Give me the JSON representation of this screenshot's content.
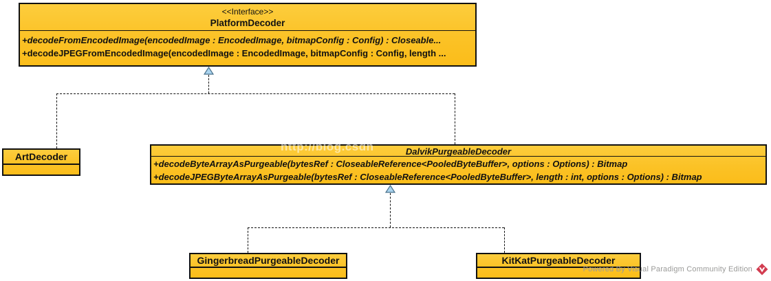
{
  "diagram": {
    "classes": {
      "platform_decoder": {
        "stereotype": "<<Interface>>",
        "name": "PlatformDecoder",
        "methods": [
          "+decodeFromEncodedImage(encodedImage : EncodedImage, bitmapConfig : Config) : Closeable...",
          "+decodeJPEGFromEncodedImage(encodedImage : EncodedImage, bitmapConfig : Config, length ..."
        ]
      },
      "art_decoder": {
        "name": "ArtDecoder"
      },
      "dalvik_purgeable_decoder": {
        "name": "DalvikPurgeableDecoder",
        "methods": [
          "+decodeByteArrayAsPurgeable(bytesRef : CloseableReference<PooledByteBuffer>, options : Options) : Bitmap",
          "+decodeJPEGByteArrayAsPurgeable(bytesRef : CloseableReference<PooledByteBuffer>, length : int, options : Options) : Bitmap"
        ]
      },
      "gingerbread_purgeable_decoder": {
        "name": "GingerbreadPurgeableDecoder"
      },
      "kitkat_purgeable_decoder": {
        "name": "KitKatPurgeableDecoder"
      }
    },
    "relationships": [
      {
        "type": "realization",
        "from": "ArtDecoder",
        "to": "PlatformDecoder"
      },
      {
        "type": "realization",
        "from": "DalvikPurgeableDecoder",
        "to": "PlatformDecoder"
      },
      {
        "type": "generalization",
        "from": "GingerbreadPurgeableDecoder",
        "to": "DalvikPurgeableDecoder"
      },
      {
        "type": "generalization",
        "from": "KitKatPurgeableDecoder",
        "to": "DalvikPurgeableDecoder"
      }
    ]
  },
  "watermark": "http://blog.csdn",
  "footer": {
    "text": "Powered By  Visual Paradigm Community Edition"
  },
  "icons": {
    "realization_arrowhead": "hollow-triangle-up",
    "vp_logo": "visual-paradigm-diamond"
  },
  "colors": {
    "class_fill_top": "#FDCD3D",
    "class_fill_bottom": "#FBBD1A",
    "class_border": "#111111",
    "arrowhead_fill": "#A9D3EE",
    "arrowhead_stroke": "#49708A",
    "footer_text": "#9A9A98",
    "vp_logo_red": "#D23C50",
    "watermark_white": "rgba(255,255,255,0.55)"
  }
}
